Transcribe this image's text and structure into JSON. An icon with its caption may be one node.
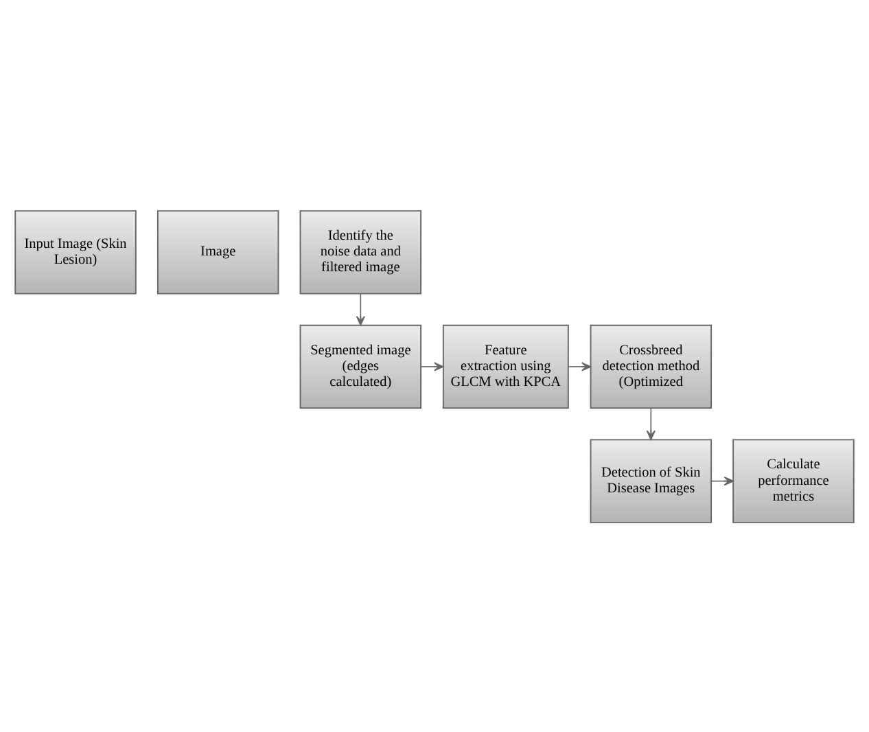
{
  "diagram": {
    "nodes": [
      {
        "text": [
          "Input Image (Skin Lesion)"
        ]
      },
      {
        "text": [
          "Image"
        ]
      },
      {
        "text": [
          "Identify the noise data and filtered image"
        ]
      },
      {
        "text": [
          "Segmented image (edges calculated)"
        ]
      },
      {
        "text": [
          "Feature extraction using GLCM with KPCA"
        ]
      },
      {
        "text": [
          "Crossbreed detection method (Optimized"
        ]
      },
      {
        "text": [
          "Detection of Skin Disease Images"
        ]
      },
      {
        "text": [
          "Calculate performance metrics"
        ]
      }
    ],
    "edges": [
      {
        "from": 2,
        "to": 3,
        "arrow": "to"
      },
      {
        "from": 3,
        "to": 4,
        "arrow": "to"
      },
      {
        "from": 4,
        "to": 5,
        "arrow": "to"
      },
      {
        "from": 5,
        "to": 6,
        "arrow": "to"
      },
      {
        "from": 6,
        "to": 7,
        "arrow": "to"
      }
    ]
  }
}
